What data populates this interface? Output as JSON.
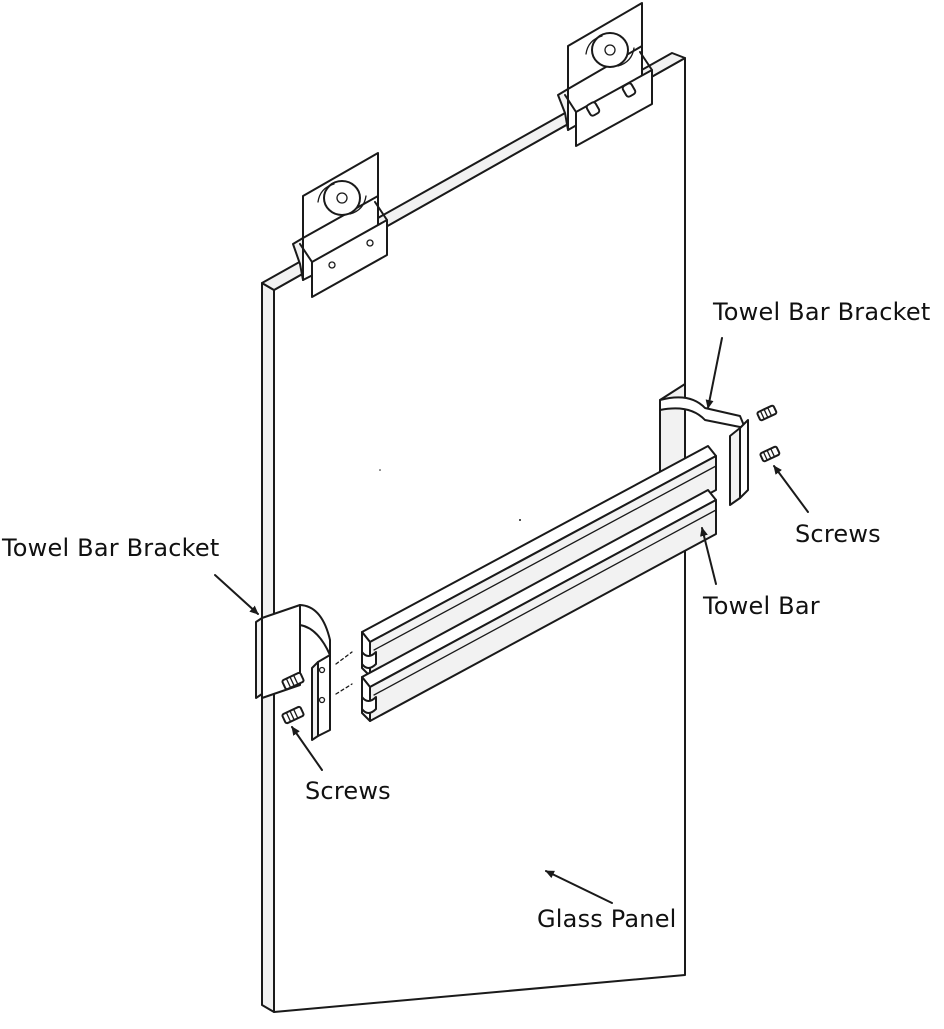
{
  "labels": {
    "towel_bar_bracket_top": "Towel Bar Bracket",
    "towel_bar_bracket_left": "Towel Bar Bracket",
    "screws_right": "Screws",
    "screws_left": "Screws",
    "towel_bar": "Towel Bar",
    "glass_panel": "Glass Panel"
  },
  "colors": {
    "line": "#1a1a1a",
    "background": "#ffffff"
  }
}
